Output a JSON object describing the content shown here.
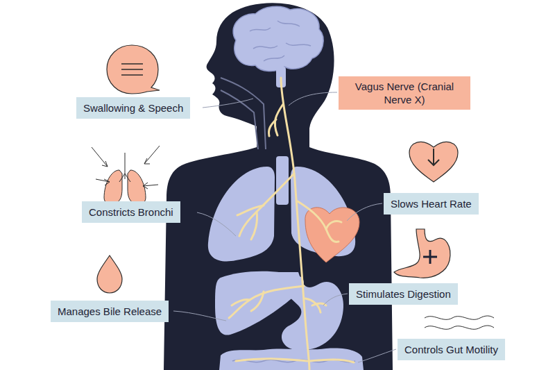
{
  "diagram": {
    "nodes": [
      {
        "text": [
          "Vagus Nerve (Cranial Nerve X)"
        ]
      },
      {
        "text": [
          "Swallowing & Speech"
        ]
      },
      {
        "text": [
          "Slows Heart Rate"
        ]
      },
      {
        "text": [
          "Constricts Bronchi"
        ]
      },
      {
        "text": [
          "Stimulates Digestion"
        ]
      },
      {
        "text": [
          "Manages Bile Release"
        ]
      },
      {
        "text": [
          "Controls Gut Motility"
        ]
      }
    ]
  }
}
